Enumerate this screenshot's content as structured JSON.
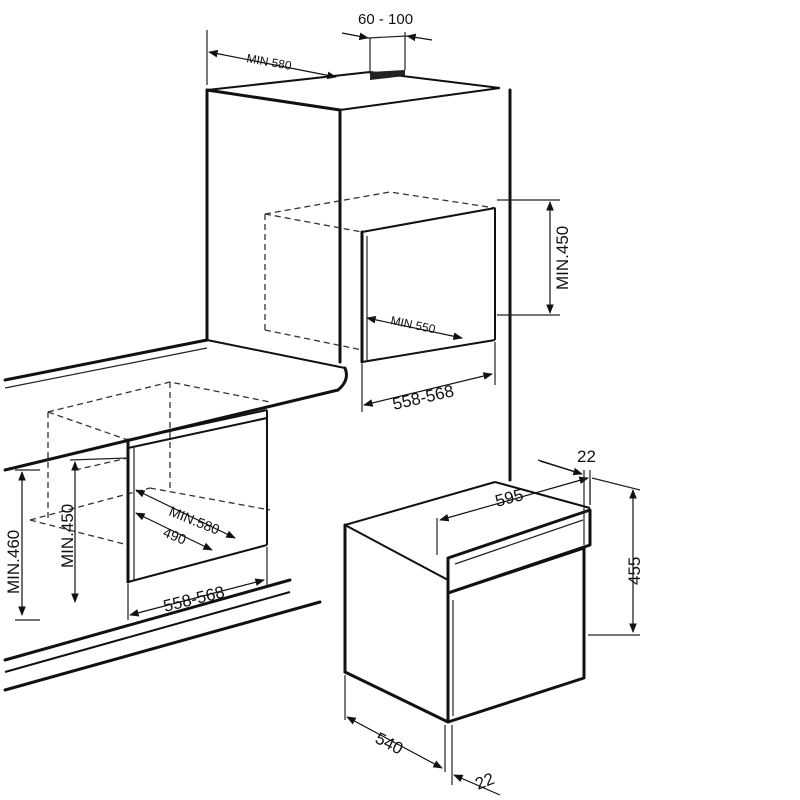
{
  "dimensions": {
    "gap_top": "60 - 100",
    "min_580_top": "MIN 580",
    "min_450_upper": "MIN.450",
    "min_550": "MIN 550",
    "w_558_568_upper": "558-568",
    "min_460": "MIN.460",
    "min_450_lower": "MIN.450",
    "min_580_lower": "MIN.580",
    "d_490": "490",
    "w_558_568_lower": "558-568",
    "w_595": "595",
    "t_22_top": "22",
    "h_455": "455",
    "d_540": "540",
    "t_22_bottom": "22"
  }
}
